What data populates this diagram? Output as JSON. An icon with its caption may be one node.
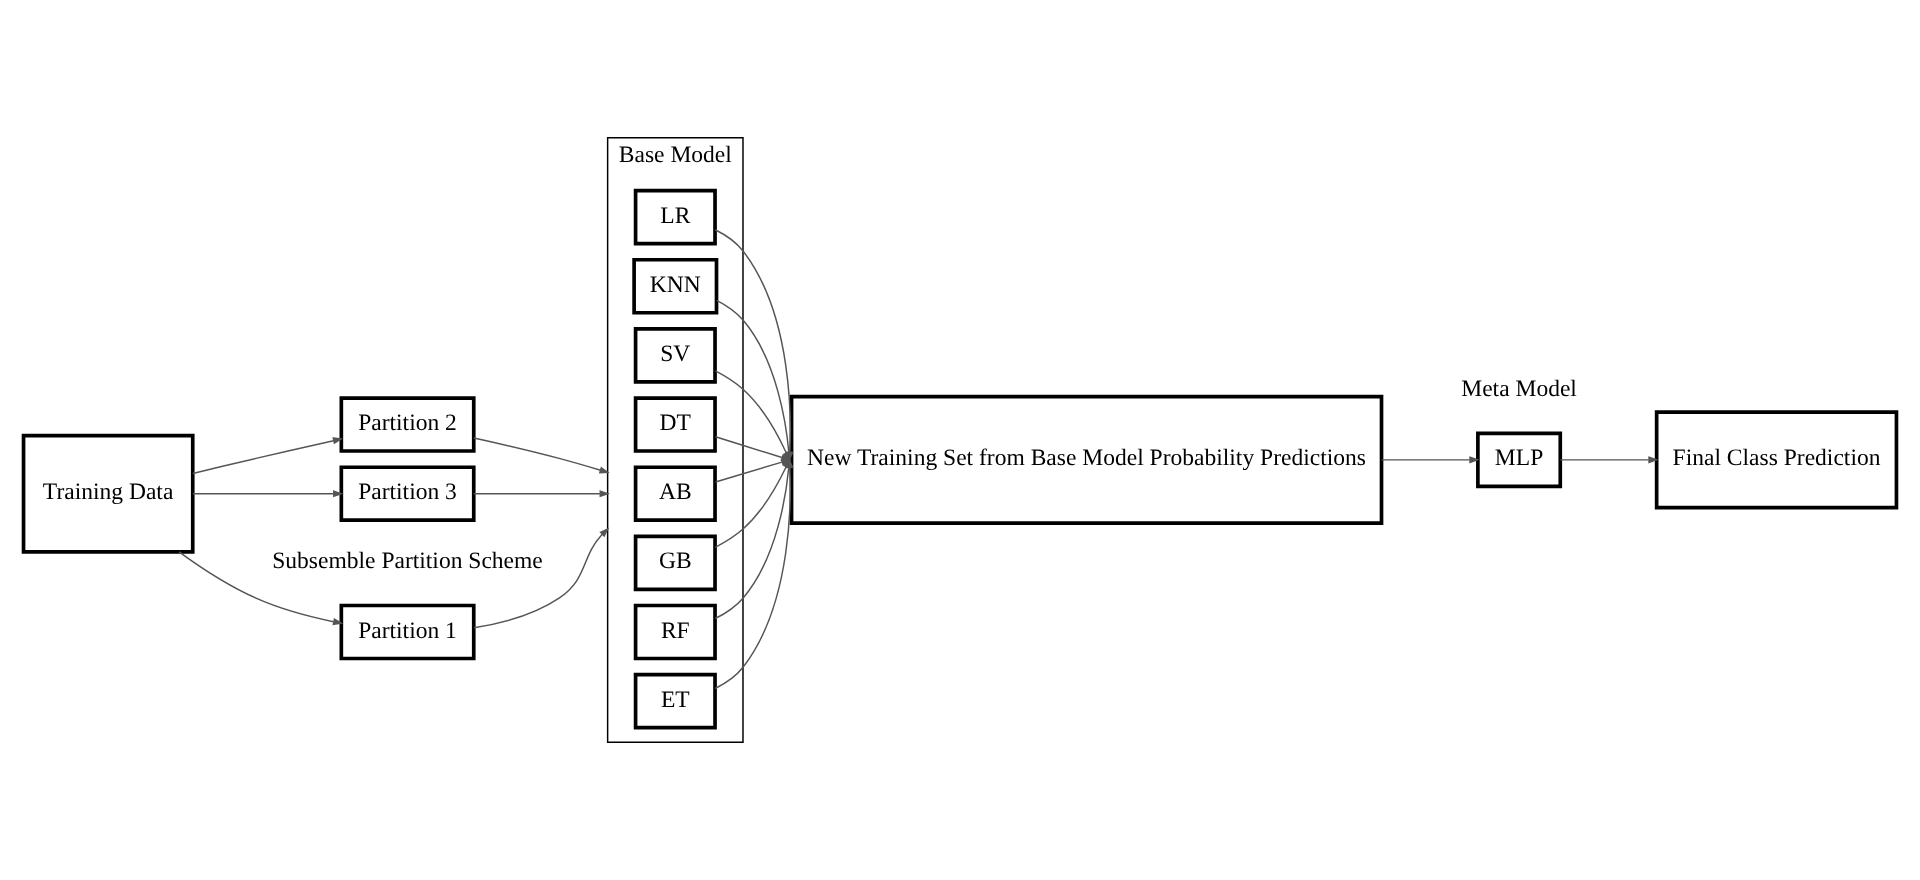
{
  "diagram": {
    "nodes": [
      {
        "text": [
          "Training Data"
        ]
      },
      {
        "text": [
          "Partition 1"
        ]
      },
      {
        "text": [
          "Partition 2"
        ]
      },
      {
        "text": [
          "Partition 3"
        ]
      },
      {
        "text": [
          "Base Model"
        ]
      },
      {
        "text": [
          "LR"
        ],
        "in": 4
      },
      {
        "text": [
          "KNN"
        ],
        "in": 4
      },
      {
        "text": [
          "SV"
        ],
        "in": 4
      },
      {
        "text": [
          "DT"
        ],
        "in": 4
      },
      {
        "text": [
          "AB"
        ],
        "in": 4
      },
      {
        "text": [
          "GB"
        ],
        "in": 4
      },
      {
        "text": [
          "RF"
        ],
        "in": 4
      },
      {
        "text": [
          "ET"
        ],
        "in": 4
      },
      {
        "text": [
          "New Training Set from Base Model Probability Predictions"
        ]
      },
      {
        "text": [
          "MLP"
        ]
      },
      {
        "text": [
          "Final Class Prediction"
        ]
      }
    ],
    "edges": [
      {
        "from": 0,
        "to": 1,
        "arrow": "to"
      },
      {
        "from": 0,
        "to": 2,
        "arrow": "to"
      },
      {
        "from": 0,
        "to": 3,
        "arrow": "to"
      },
      {
        "from": 1,
        "to": 4,
        "arrow": "to"
      },
      {
        "from": 2,
        "to": 4,
        "arrow": "to"
      },
      {
        "from": 3,
        "to": 4,
        "arrow": "to"
      },
      {
        "from": 5,
        "to": 13,
        "arrow": "to"
      },
      {
        "from": 6,
        "to": 13,
        "arrow": "to"
      },
      {
        "from": 7,
        "to": 13,
        "arrow": "to"
      },
      {
        "from": 8,
        "to": 13,
        "arrow": "to"
      },
      {
        "from": 9,
        "to": 13,
        "arrow": "to"
      },
      {
        "from": 10,
        "to": 13,
        "arrow": "to"
      },
      {
        "from": 11,
        "to": 13,
        "arrow": "to"
      },
      {
        "from": 12,
        "to": 13,
        "arrow": "to"
      },
      {
        "from": 13,
        "to": 14,
        "arrow": "to"
      },
      {
        "from": 14,
        "to": 15,
        "arrow": "to"
      }
    ],
    "labels": [
      "Subsemble Partition Scheme",
      "Meta Model"
    ]
  }
}
